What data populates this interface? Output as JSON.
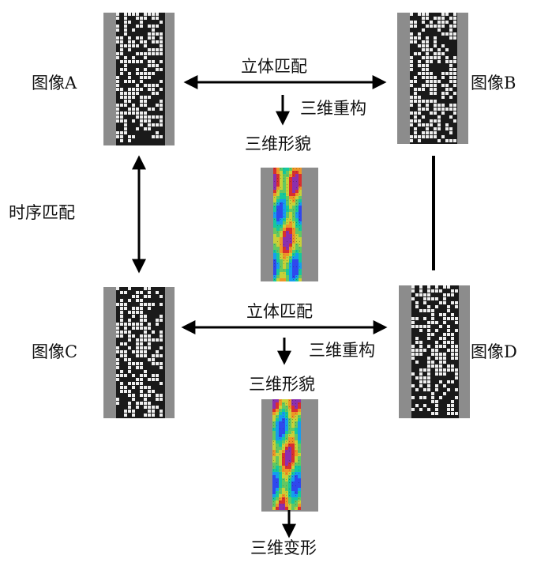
{
  "labels": {
    "image_a": "图像A",
    "image_b": "图像B",
    "image_c": "图像C",
    "image_d": "图像D",
    "stereo_match_top": "立体匹配",
    "stereo_match_bottom": "立体匹配",
    "recon_top": "三维重构",
    "recon_bottom": "三维重构",
    "shape_top": "三维形貌",
    "shape_bottom": "三维形貌",
    "temporal_match": "时序匹配",
    "deformation": "三维变形"
  },
  "colors": {
    "line": "#000000",
    "background_gray": "#8c8c8c",
    "speckle_dark": "#1a1a1a",
    "speckle_light": "#eeeeee",
    "contour_scale": [
      "#1e3cff",
      "#00a0ff",
      "#00d2a0",
      "#5ad25a",
      "#d2dc28",
      "#ff9614",
      "#e61e1e",
      "#8c1eb4"
    ]
  }
}
